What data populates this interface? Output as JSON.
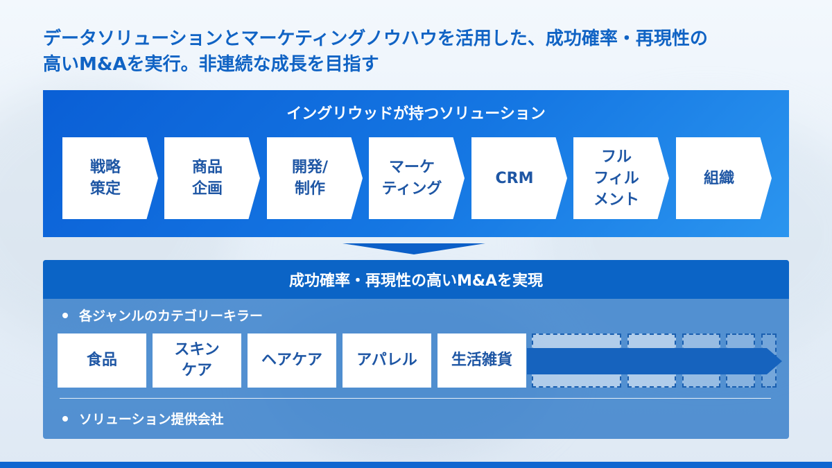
{
  "headline": "データソリューションとマーケティングノウハウを活用した、成功確率・再現性の\n高いM&Aを実行。非連続な成長を目指す",
  "top_panel": {
    "title": "イングリウッドが持つソリューション",
    "steps": [
      {
        "label": "戦略\n策定"
      },
      {
        "label": "商品\n企画"
      },
      {
        "label": "開発/\n制作"
      },
      {
        "label": "マーケ\nティング"
      },
      {
        "label": "CRM"
      },
      {
        "label": "フル\nフィル\nメント"
      },
      {
        "label": "組織"
      }
    ]
  },
  "bottom_panel": {
    "title": "成功確率・再現性の高いM&Aを実現",
    "bullet1": "各ジャンルのカテゴリーキラー",
    "categories": [
      {
        "label": "食品"
      },
      {
        "label": "スキン\nケア"
      },
      {
        "label": "ヘアケア"
      },
      {
        "label": "アパレル"
      },
      {
        "label": "生活雑貨"
      }
    ],
    "bullet2": "ソリューション提供会社"
  },
  "colors": {
    "accent": "#1063c4",
    "panel_blue": "#0a5fd6",
    "box_text": "#1e56a4"
  }
}
